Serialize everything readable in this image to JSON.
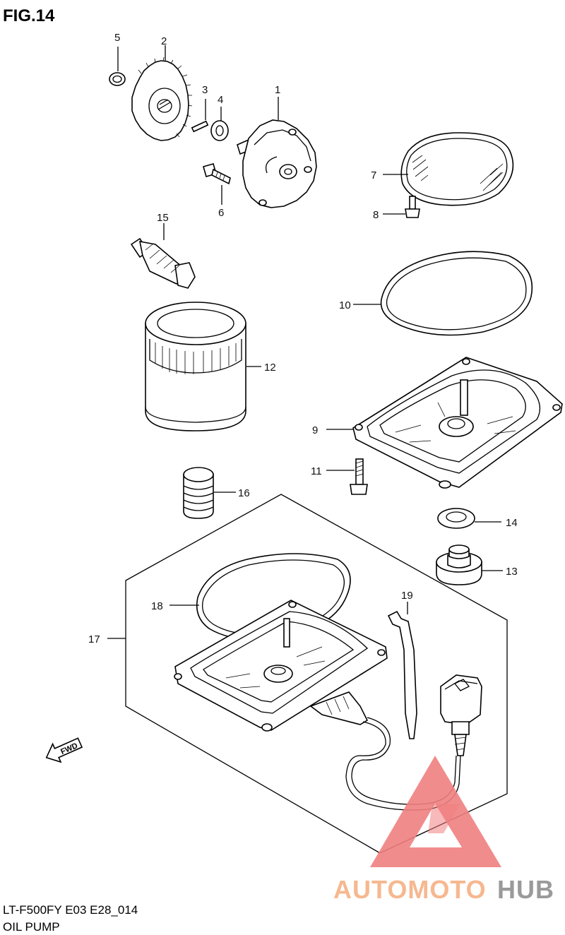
{
  "figure": {
    "title": "FIG.14"
  },
  "callouts": [
    "1",
    "2",
    "3",
    "4",
    "5",
    "6",
    "7",
    "8",
    "9",
    "10",
    "11",
    "12",
    "13",
    "14",
    "15",
    "16",
    "17",
    "18",
    "19"
  ],
  "direction_marker": {
    "label": "FWD"
  },
  "footer": {
    "model_code": "LT-F500FY E03 E28_014",
    "section_title": "OIL PUMP"
  },
  "watermark": {
    "text_part1": "AUTOMOTO",
    "text_part2": "HUB",
    "color_triangle": "#f08080",
    "color_part1": "#f6b890",
    "color_part2": "#9a9a9a"
  }
}
